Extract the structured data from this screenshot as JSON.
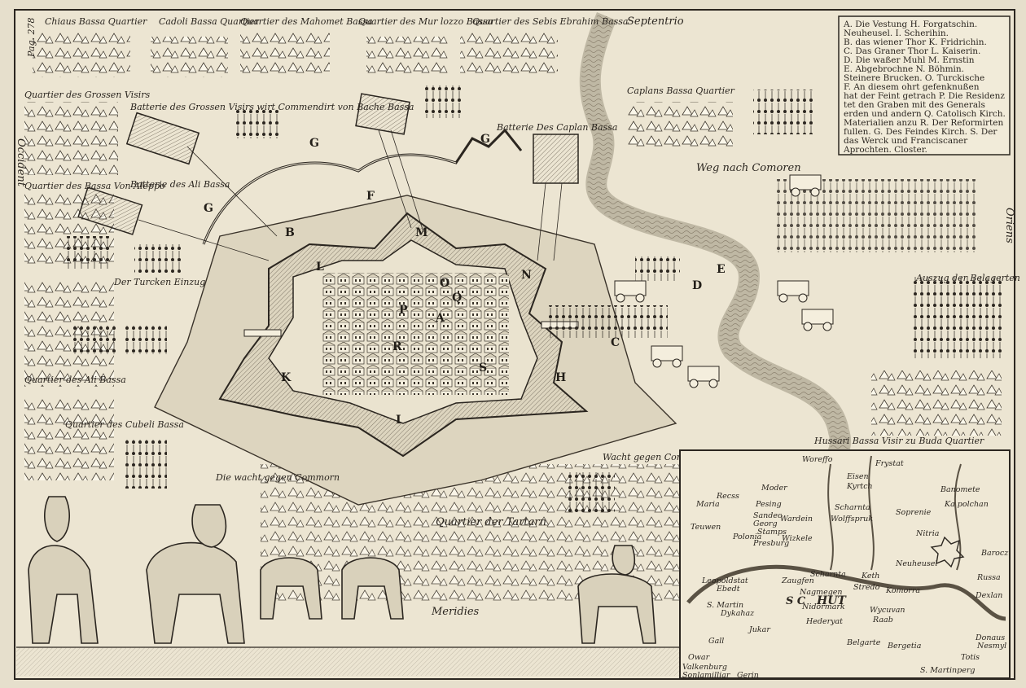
{
  "page_marker": "Pag. 278",
  "colors": {
    "paper": "#e6dfcc",
    "ink": "#2b2620",
    "water": "#d7d0bb"
  },
  "compass": {
    "north": "Septentrio",
    "south": "Meridies",
    "west": "Occident",
    "east": "Oriens"
  },
  "quarters": {
    "chiaus": "Chiaus Bassa Quartier",
    "cadoli": "Cadoli Bassa Quartier",
    "mahomet": "Quartier des Mahomet Bassa",
    "murlozzo": "Quartier des Mur lozzo Bassa",
    "sebis": "Quartier des Sebis Ebrahim Bassa",
    "caplans": "Caplans Bassa Quartier",
    "grossen_visirs": "Quartier des Grossen Visirs",
    "aleppo": "Quartier des Bassa Von Aleppo",
    "alibassa": "Quartier des Ali Bassa",
    "cubeli": "Quartier des Cubeli Bassa",
    "tartarn": "Quartier der Tartarn",
    "hussari": "Hussari Bassa Visir zu Buda Quartier"
  },
  "batteries": {
    "grossen_visirs": "Batterie des Grossen Visirs wirt Commendirt von Bache Bassa",
    "alibassa": "Batterie des Ali Bassa",
    "caplan": "Batterie Des Caplan Bassa"
  },
  "annotations": {
    "weg_comoren": "Weg nach Comoren",
    "auszug": "Auszug der Belagerten",
    "wacht_commorn_a": "Die wacht gegen Commorn",
    "wacht_commorn_b": "Wacht gegen Commorn",
    "turcken_einzug": "Der Turcken Einzug"
  },
  "map_letters": [
    "A",
    "B",
    "C",
    "D",
    "E",
    "F",
    "G",
    "G",
    "G",
    "H",
    "I",
    "K",
    "L",
    "M",
    "N",
    "O",
    "P",
    "Q",
    "R",
    "S"
  ],
  "legend": [
    "A. Die Vestung H. Forgatschin.",
    "Neuheusel. I. Scherihin.",
    "B. das wiener Thor K. Fridrichin.",
    "C. Das Graner Thor L. Kaiserin.",
    "D. Die waßer Muhl M. Ernstin",
    "E. Abgebrochne N. Böhmin.",
    "Steinere Brucken. O. Turckische",
    "F. An diesem ohrt gefenknußen",
    "hat der Feint getrach P. Die Residenz",
    "tet den Graben mit des Generals",
    "erden und andern Q. Catolisch Kirch.",
    "Materialien anzu R. Der Reformirten",
    "fullen. G. Des Feindes Kirch. S. Der",
    "das Werck und Franciscaner",
    "Aprochten. Closter."
  ],
  "inset": {
    "places": [
      "Woreffo",
      "Moder",
      "Maria",
      "Recss",
      "Pesing",
      "Sandec",
      "Georg",
      "Wardein",
      "Stamps",
      "Polonia",
      "Presburg",
      "Wizkele",
      "Teuwen",
      "Frystat",
      "Eisen",
      "Kyrtch",
      "Scharnta",
      "Wolffspruk",
      "Banomete",
      "Ka polchan",
      "Soprenie",
      "Nitria",
      "Neuheusel",
      "Barocz",
      "Russa",
      "Dexlan",
      "Leopoldstat",
      "Ebedt",
      "S. Martin",
      "Dykahaz",
      "Zaugfen",
      "Scharnta",
      "Nagmegen",
      "Nidormark",
      "Hederyat",
      "Komorra",
      "Stredo",
      "Keth",
      "Wycuvan",
      "Raab",
      "Jukar",
      "Owar",
      "Valkenburg",
      "Sonlamilliar",
      "Gerin",
      "S. Martinperg",
      "Totis",
      "Nesmyl",
      "Donaus",
      "Bergetia",
      "Belgarte",
      "Gall",
      "HUT",
      "S C"
    ]
  }
}
